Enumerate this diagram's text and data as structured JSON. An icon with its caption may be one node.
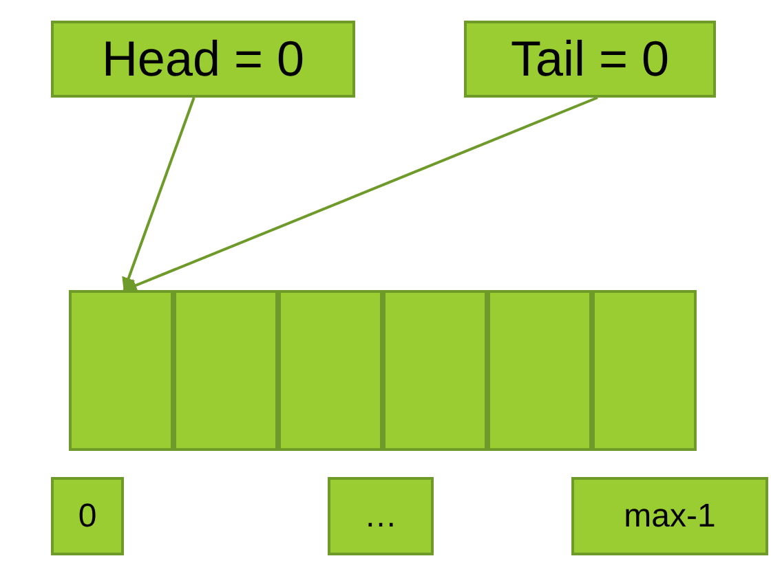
{
  "diagram": {
    "nodes": [
      {
        "text": [
          "Head = 0"
        ]
      },
      {
        "text": [
          "Tail = 0"
        ]
      },
      {
        "text": [],
        "shape": "box"
      },
      {
        "text": [],
        "shape": "box"
      },
      {
        "text": [],
        "shape": "box"
      },
      {
        "text": [],
        "shape": "box"
      },
      {
        "text": [],
        "shape": "box"
      },
      {
        "text": [],
        "shape": "box"
      },
      {
        "text": [
          "0"
        ]
      },
      {
        "text": [
          "…"
        ]
      },
      {
        "text": [
          "max-1"
        ]
      }
    ],
    "edges": [
      {
        "from": 0,
        "to": 2,
        "arrow": "to"
      },
      {
        "from": 1,
        "to": 2,
        "arrow": "to"
      }
    ]
  }
}
